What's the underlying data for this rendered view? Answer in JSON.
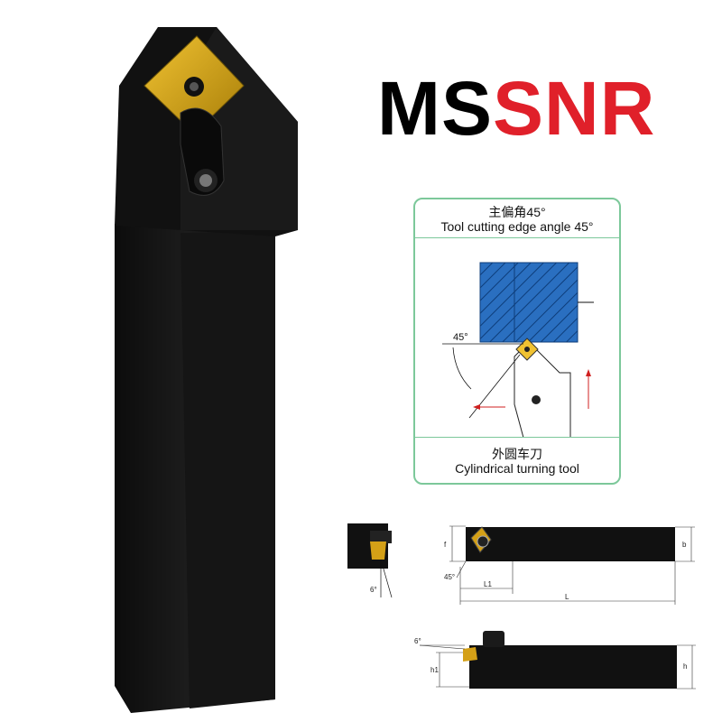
{
  "title": {
    "part1": "MS",
    "part2": "SN",
    "part3": "R"
  },
  "diagram_card": {
    "header_cn": "主偏角45°",
    "header_en": "Tool cutting edge angle 45°",
    "angle_label": "45°",
    "footer_cn": "外圆车刀",
    "footer_en": "Cylindrical turning tool"
  },
  "dimensions": {
    "rake_angle_front": "6°",
    "angle_45": "45°",
    "f": "f",
    "b": "b",
    "l1": "L1",
    "l": "L",
    "rake_angle_side": "6°",
    "h1": "h1",
    "h": "h"
  },
  "colors": {
    "accent_red": "#e0202a",
    "card_border": "#7cc89a",
    "workpiece_blue": "#2a6fc0",
    "insert_gold": "#d4a017"
  }
}
